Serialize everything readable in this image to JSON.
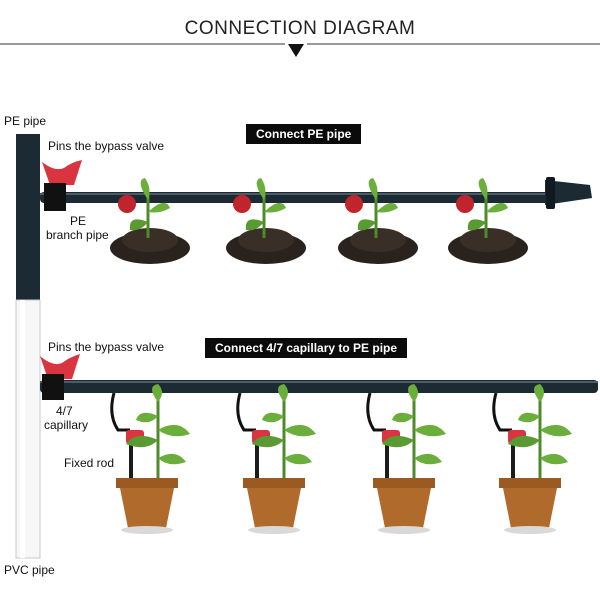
{
  "title": "CONNECTION DIAGRAM",
  "labels": {
    "pe_pipe": "PE pipe",
    "pins_bypass_valve_top": "Pins the bypass valve",
    "connect_pe_pipe": "Connect PE pipe",
    "pe_branch_pipe_line1": "PE",
    "pe_branch_pipe_line2": "branch pipe",
    "pins_bypass_valve_bottom": "Pins the bypass valve",
    "connect_capillary": "Connect 4/7 capillary to PE pipe",
    "capillary_line1": "4/7",
    "capillary_line2": "capillary",
    "fixed_rod": "Fixed rod",
    "pvc_pipe": "PVC pipe"
  },
  "colors": {
    "pipe": "#1c2a33",
    "valve": "#d9343f",
    "leaf": "#6cae3c",
    "soil": "#2a231d",
    "pot": "#b06a2c",
    "pvc": "#f3f3f3"
  }
}
